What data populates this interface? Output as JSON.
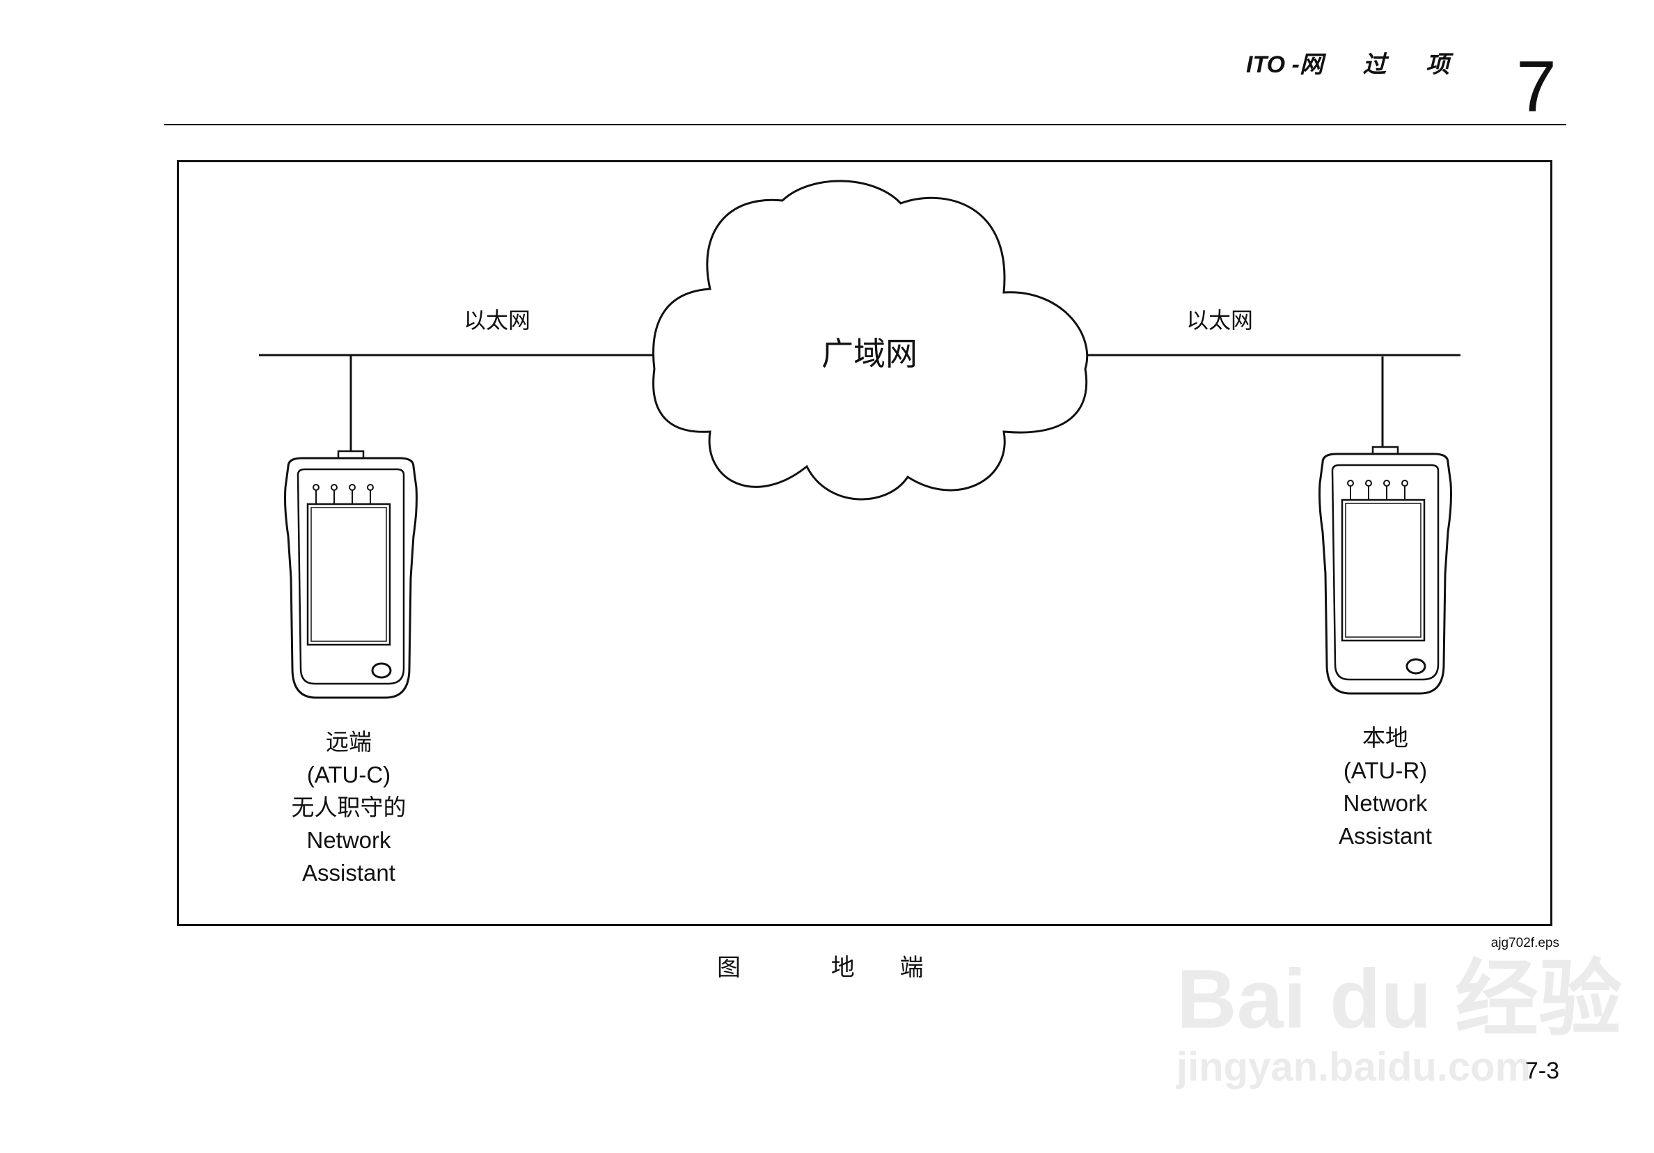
{
  "header": {
    "section_title": "ITO -网      过      项",
    "chapter_number": "7"
  },
  "diagram": {
    "cloud_label": "广域网",
    "ethernet_left": "以太网",
    "ethernet_right": "以太网",
    "left_device": {
      "line1": "远端",
      "line2": "(ATU-C)",
      "line3": "无人职守的",
      "line4": "Network",
      "line5": "Assistant"
    },
    "right_device": {
      "line1": "本地",
      "line2": "(ATU-R)",
      "line3": "Network",
      "line4": "Assistant"
    },
    "file_name": "ajg702f.eps"
  },
  "caption": "图            地      端",
  "page_number": "7-3",
  "watermark": {
    "brand": "Bai du 经验",
    "url": "jingyan.baidu.com"
  }
}
